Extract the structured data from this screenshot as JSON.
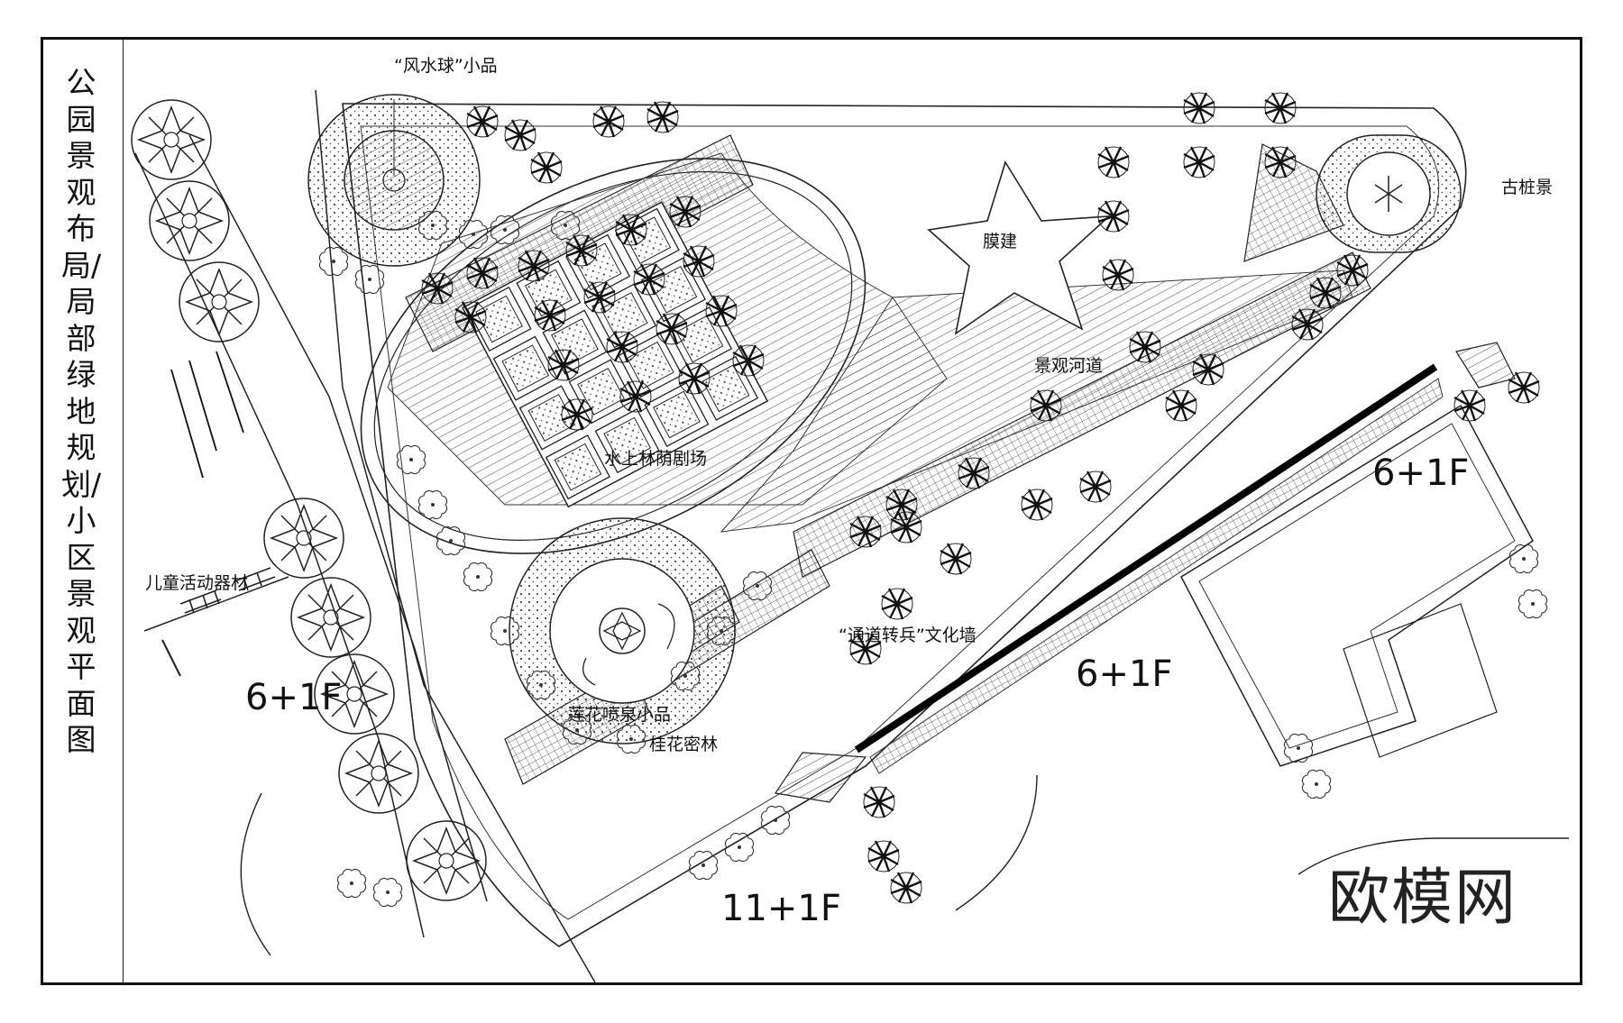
{
  "title": "公园景观布局/局部绿地规划/小区景观平面图",
  "labels": {
    "fengshui": "“风水球”小品",
    "guzhuang": "古桩景",
    "mojian": "膜建",
    "hedao": "景观河道",
    "juchang": "水上林荫剧场",
    "ertong": "儿童活动器材",
    "wenhuaqiang": "“通道转兵”文化墙",
    "lianhua": "莲花喷泉小品",
    "guihua": "桂花密林"
  },
  "buildings": {
    "b_right_top": "6+1F",
    "b_mid": "6+1F",
    "b_left": "6+1F",
    "b_bottom": "11+1F"
  },
  "watermark": "欧模网",
  "colors": {
    "ink": "#111111",
    "background": "#ffffff"
  }
}
